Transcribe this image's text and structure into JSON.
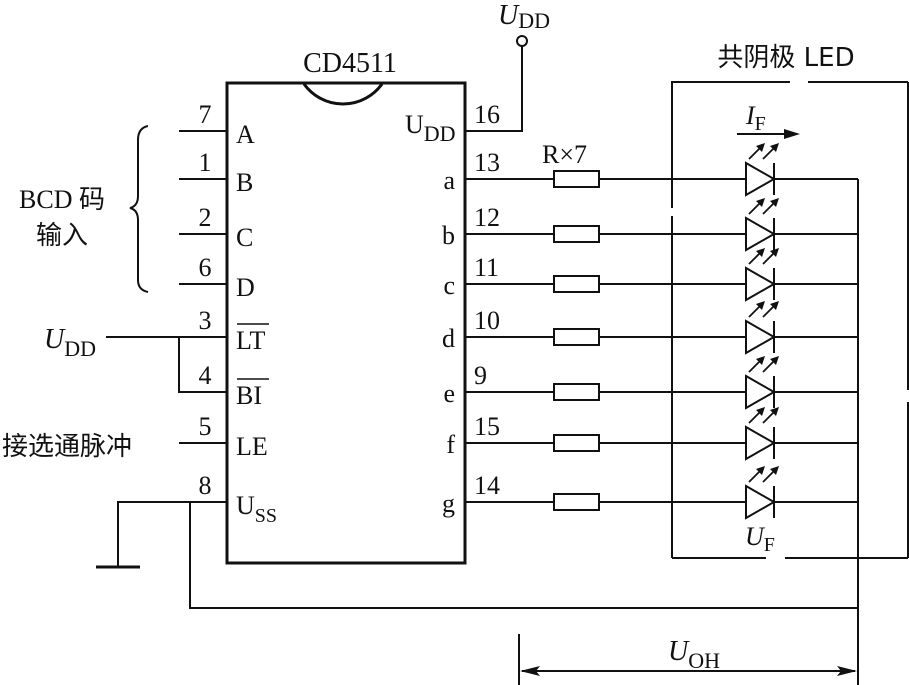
{
  "chip": {
    "name": "CD4511",
    "left_pins": [
      {
        "num": "7",
        "label": "A"
      },
      {
        "num": "1",
        "label": "B"
      },
      {
        "num": "2",
        "label": "C"
      },
      {
        "num": "6",
        "label": "D"
      },
      {
        "num": "3",
        "label": "LT",
        "overbar": true
      },
      {
        "num": "4",
        "label": "BI",
        "overbar": true
      },
      {
        "num": "5",
        "label": "LE"
      },
      {
        "num": "8",
        "label": "U",
        "sub": "SS"
      }
    ],
    "right_pins": [
      {
        "num": "16",
        "label": "U",
        "sub": "DD"
      },
      {
        "num": "13",
        "label": "a"
      },
      {
        "num": "12",
        "label": "b"
      },
      {
        "num": "11",
        "label": "c"
      },
      {
        "num": "10",
        "label": "d"
      },
      {
        "num": "9",
        "label": "e"
      },
      {
        "num": "15",
        "label": "f"
      },
      {
        "num": "14",
        "label": "g"
      }
    ]
  },
  "labels": {
    "bcd_line1": "BCD 码",
    "bcd_line2": "输入",
    "udd_left_main": "U",
    "udd_left_sub": "DD",
    "udd_top_main": "U",
    "udd_top_sub": "DD",
    "strobe": "接选通脉冲",
    "resistor": "R×7",
    "led_title": "共阴极 LED",
    "if_main": "I",
    "if_sub": "F",
    "uf_main": "U",
    "uf_sub": "F",
    "uoh_main": "U",
    "uoh_sub": "OH"
  }
}
